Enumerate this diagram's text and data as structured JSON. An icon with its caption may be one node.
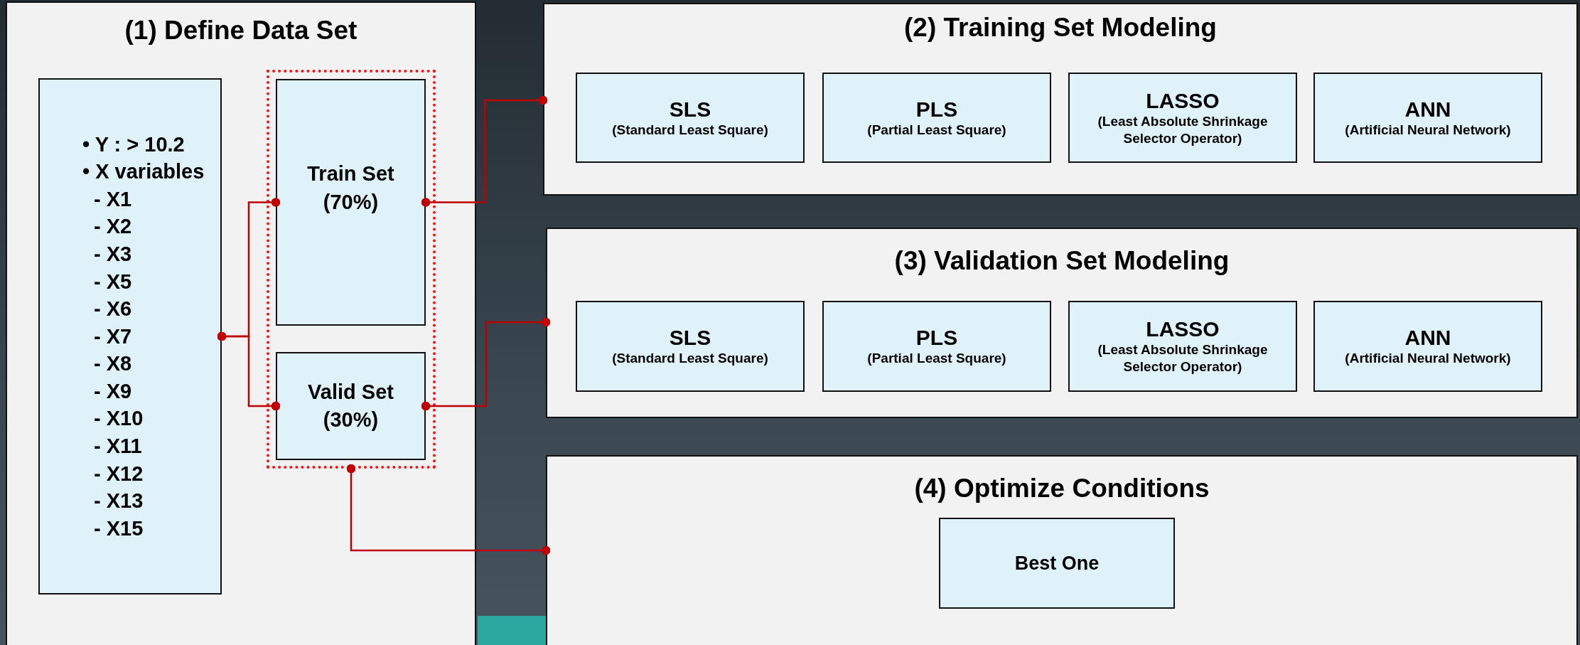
{
  "diagram": {
    "nodes": [
      {
        "text": [
          "(1) Define Data Set"
        ]
      },
      {
        "text": [
          "• Y : > 10.2",
          "• X variables",
          "- X1",
          "- X2",
          "- X3",
          "- X5",
          "- X6",
          "- X7",
          "- X8",
          "- X9",
          "- X10",
          "- X11",
          "- X12",
          "- X13",
          "- X15"
        ],
        "in": 0
      },
      {
        "text": [],
        "shape": "box",
        "in": 0
      },
      {
        "text": [
          "Train Set (70%)"
        ],
        "in": 2
      },
      {
        "text": [
          "Valid Set (30%)"
        ],
        "in": 2
      },
      {
        "text": [
          "(2) Training Set Modeling"
        ]
      },
      {
        "text": [
          "SLS",
          "(Standard Least Square)"
        ],
        "in": 5
      },
      {
        "text": [
          "PLS",
          "(Partial Least Square)"
        ],
        "in": 5
      },
      {
        "text": [
          "LASSO",
          "(Least Absolute Shrinkage Selector Operator)"
        ],
        "in": 5
      },
      {
        "text": [
          "ANN",
          "(Artificial Neural Network)"
        ],
        "in": 5
      },
      {
        "text": [
          "(3) Validation Set Modeling"
        ]
      },
      {
        "text": [
          "SLS",
          "(Standard Least Square)"
        ],
        "in": 10
      },
      {
        "text": [
          "PLS",
          "(Partial Least Square)"
        ],
        "in": 10
      },
      {
        "text": [
          "LASSO",
          "(Least Absolute Shrinkage Selector Operator)"
        ],
        "in": 10
      },
      {
        "text": [
          "ANN",
          "(Artificial Neural Network)"
        ],
        "in": 10
      },
      {
        "text": [
          "(4) Optimize Conditions"
        ]
      },
      {
        "text": [
          "Best One"
        ],
        "in": 15
      }
    ],
    "edges": [
      {
        "from": 1,
        "to": 3,
        "arrow": "other"
      },
      {
        "from": 1,
        "to": 4,
        "arrow": "other"
      },
      {
        "from": 3,
        "to": 5,
        "arrow": "other"
      },
      {
        "from": 4,
        "to": 10,
        "arrow": "other"
      },
      {
        "from": 2,
        "to": 15,
        "arrow": "other"
      }
    ]
  }
}
